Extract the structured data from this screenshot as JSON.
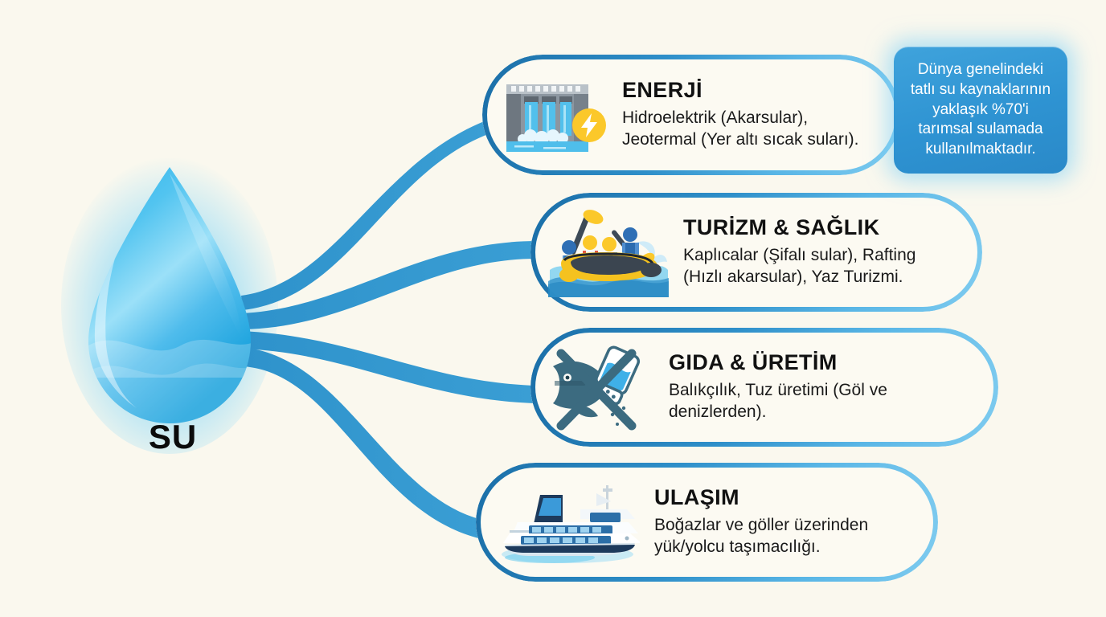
{
  "page": {
    "background_color": "#FAF8EE",
    "accent_blue": "#2D8FC8",
    "border_dark_blue": "#1B6FA8",
    "border_light_blue": "#7ECBEF"
  },
  "center": {
    "label": "SU",
    "icon": "water-drop-icon",
    "drop_color_light": "#7FD4F5",
    "drop_color_dark": "#1FA0E0"
  },
  "callout": {
    "text": "Dünya genelindeki\ntatlı su kaynaklarının\nyaklaşık %70'i\ntarımsal sulamada\nkullanılmaktadır.",
    "background_color": "#3098D6",
    "text_color": "#FFFFFF"
  },
  "branches": [
    {
      "id": "energy",
      "icon": "hydroelectric-dam-icon",
      "badge_icon": "lightning-bolt-icon",
      "title": "ENERJİ",
      "description": "Hidroelektrik (Akarsular),\nJeotermal (Yer altı sıcak suları)."
    },
    {
      "id": "tourism",
      "icon": "rafting-boat-icon",
      "title": "TURİZM & SAĞLIK",
      "description": "Kaplıcalar (Şifalı sular), Rafting\n(Hızlı akarsular), Yaz Turizmi."
    },
    {
      "id": "food",
      "icon": "fish-and-salt-icon",
      "title": "GIDA & ÜRETİM",
      "description": "Balıkçılık, Tuz üretimi (Göl ve\ndenizlerden)."
    },
    {
      "id": "transport",
      "icon": "ferry-ship-icon",
      "title": "ULAŞIM",
      "description": "Boğazlar ve göller üzerinden\nyük/yolcu taşımacılığı."
    }
  ]
}
